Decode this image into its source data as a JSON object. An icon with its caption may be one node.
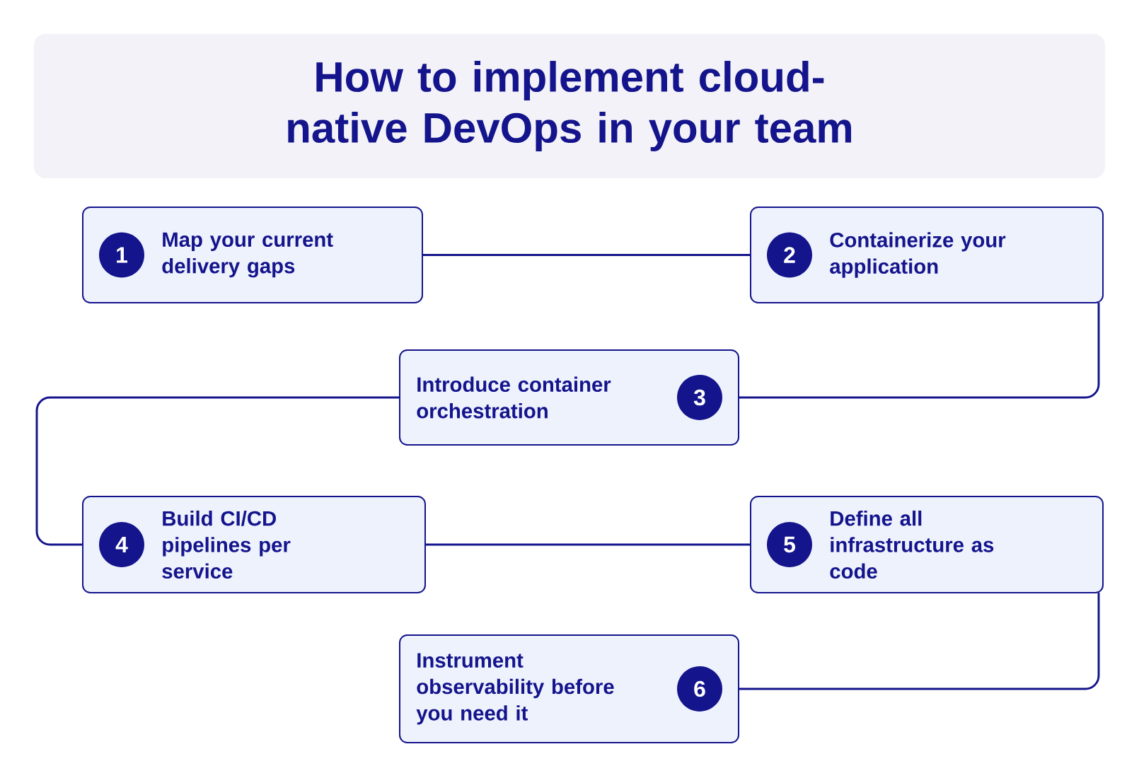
{
  "diagram": {
    "title": "How to implement cloud-native DevOps in your team",
    "nodes": [
      {
        "text": [
          "1",
          "Map your current delivery gaps"
        ]
      },
      {
        "text": [
          "2",
          "Containerize your application"
        ]
      },
      {
        "text": [
          "Introduce container orchestration",
          "3"
        ]
      },
      {
        "text": [
          "4",
          "Build CI/CD pipelines per service"
        ]
      },
      {
        "text": [
          "5",
          "Define all infrastructure as code"
        ]
      },
      {
        "text": [
          "Instrument observability before you need it",
          "6"
        ]
      }
    ],
    "edges": [
      {
        "from": 0,
        "to": 1,
        "arrow": "none"
      },
      {
        "from": 1,
        "to": 2,
        "arrow": "none"
      },
      {
        "from": 2,
        "to": 3,
        "arrow": "none"
      },
      {
        "from": 3,
        "to": 4,
        "arrow": "none"
      },
      {
        "from": 4,
        "to": 5,
        "arrow": "none"
      }
    ]
  }
}
